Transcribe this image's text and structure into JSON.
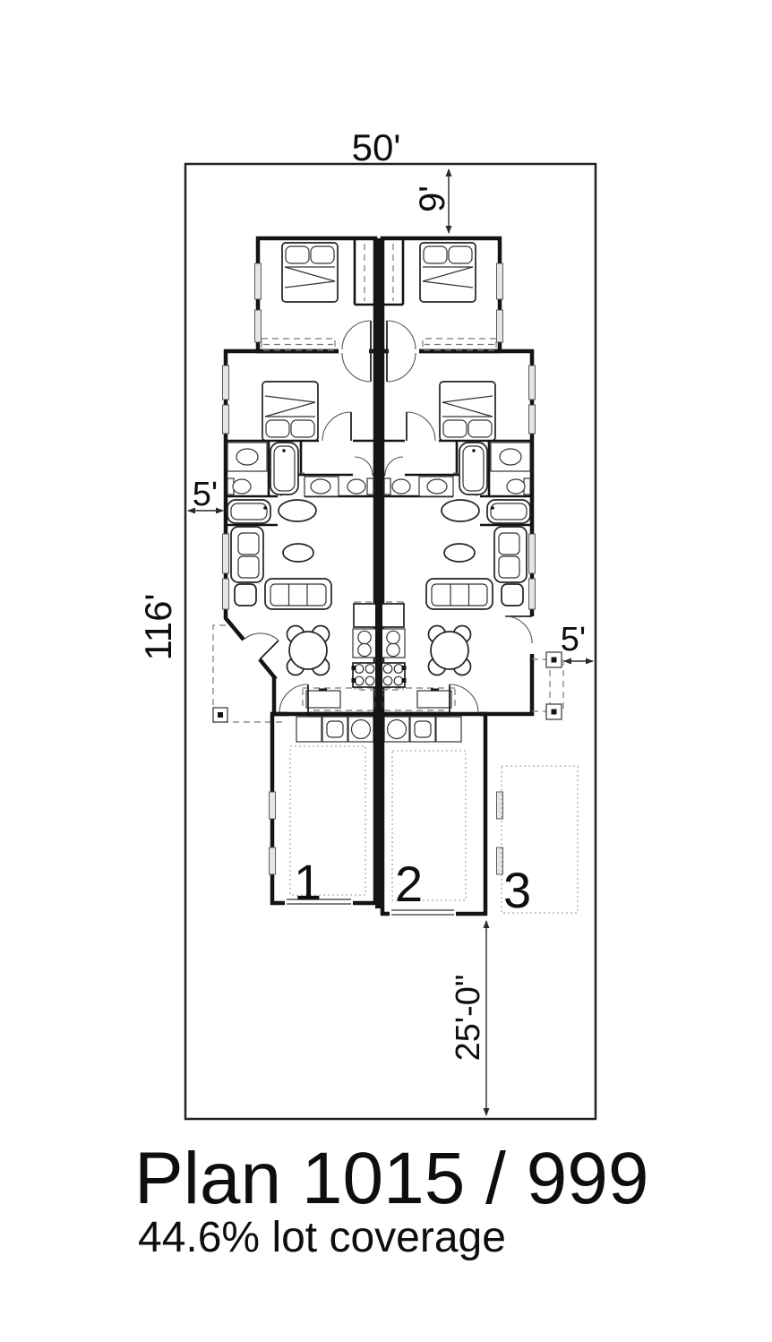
{
  "annotations": {
    "lot_width": "50'",
    "front_setback": "9'",
    "lot_depth": "116'",
    "side_setback_left": "5'",
    "side_setback_right": "5'",
    "rear_parking_depth": "25'-0\"",
    "parking_space_1": "1",
    "parking_space_2": "2",
    "parking_space_3": "3"
  },
  "title_block": {
    "plan_name": "Plan 1015 / 999",
    "lot_coverage": "44.6% lot coverage"
  },
  "colors": {
    "ink": "#141414",
    "lot_line": "#222222",
    "dashed_line": "#787878",
    "window_fill": "#e6e6e6",
    "background": "#ffffff"
  }
}
